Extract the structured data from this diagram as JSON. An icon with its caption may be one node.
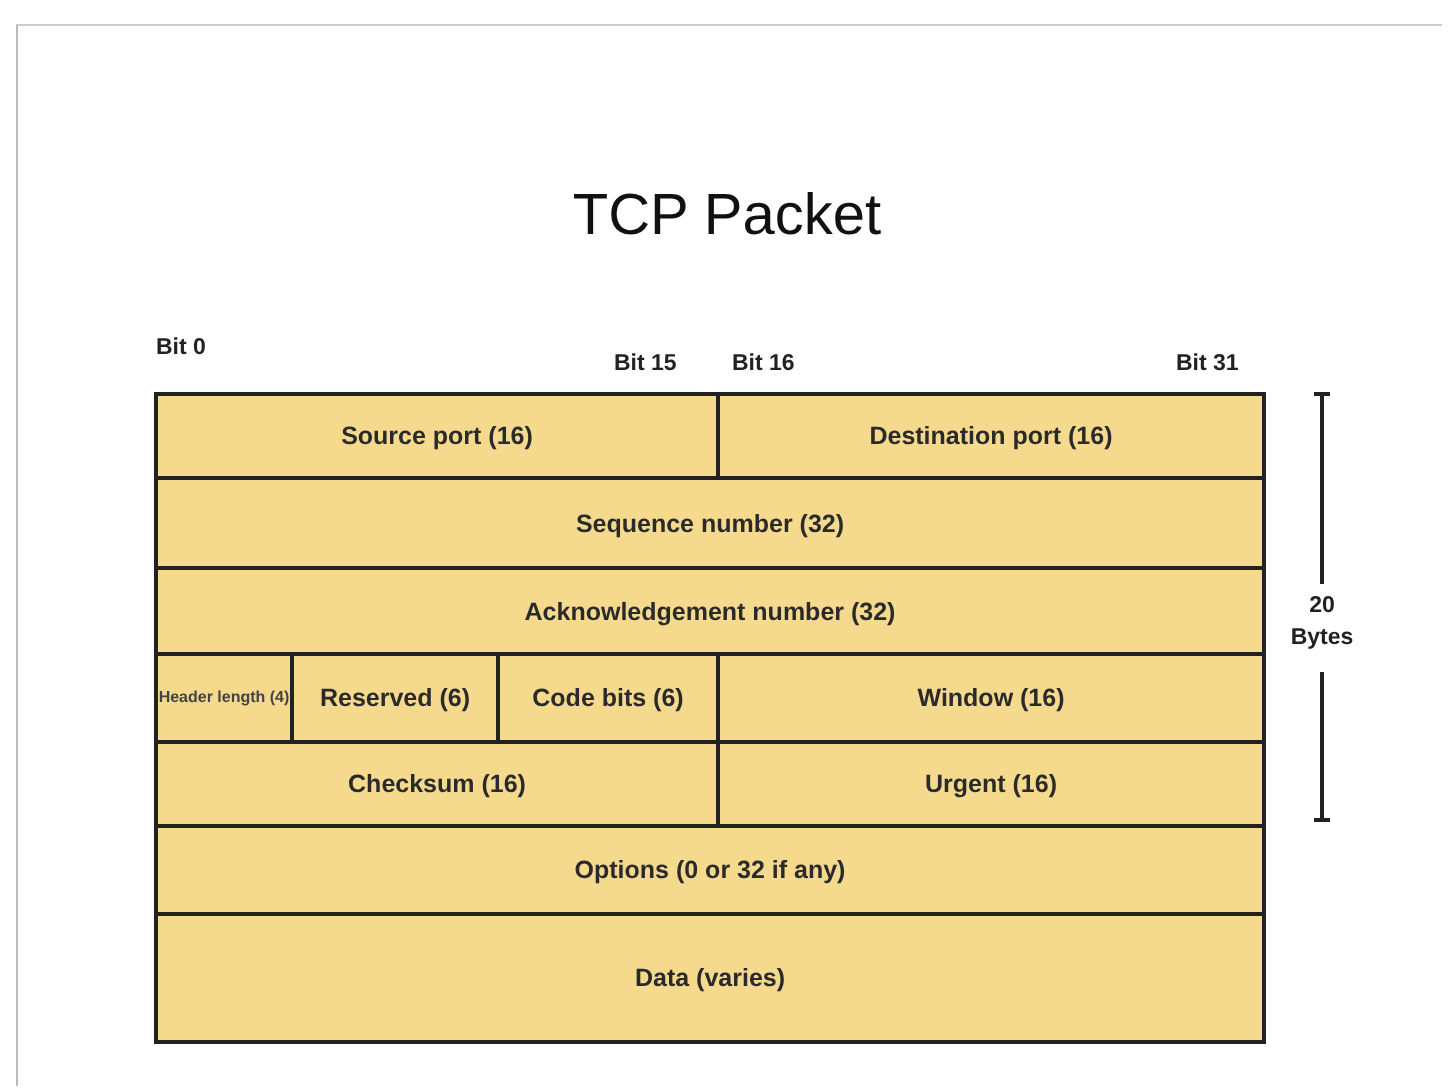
{
  "diagram": {
    "title": "TCP Packet",
    "nodes": [
      {
        "text": [
          "Source port (16)"
        ]
      },
      {
        "text": [
          "Destination port (16)"
        ]
      },
      {
        "text": [
          "Sequence number (32)"
        ]
      },
      {
        "text": [
          "Acknowledgement number (32)"
        ]
      },
      {
        "text": [
          "Header length (4)"
        ]
      },
      {
        "text": [
          "Reserved (6)"
        ]
      },
      {
        "text": [
          "Code bits (6)"
        ]
      },
      {
        "text": [
          "Window (16)"
        ]
      },
      {
        "text": [
          "Checksum (16)"
        ]
      },
      {
        "text": [
          "Urgent (16)"
        ]
      },
      {
        "text": [
          "Options (0 or 32 if any)"
        ]
      },
      {
        "text": [
          "Data (varies)"
        ]
      }
    ],
    "labels": [
      "Bit 0",
      "Bit 15",
      "Bit 16",
      "Bit 31",
      "20 Bytes"
    ]
  }
}
